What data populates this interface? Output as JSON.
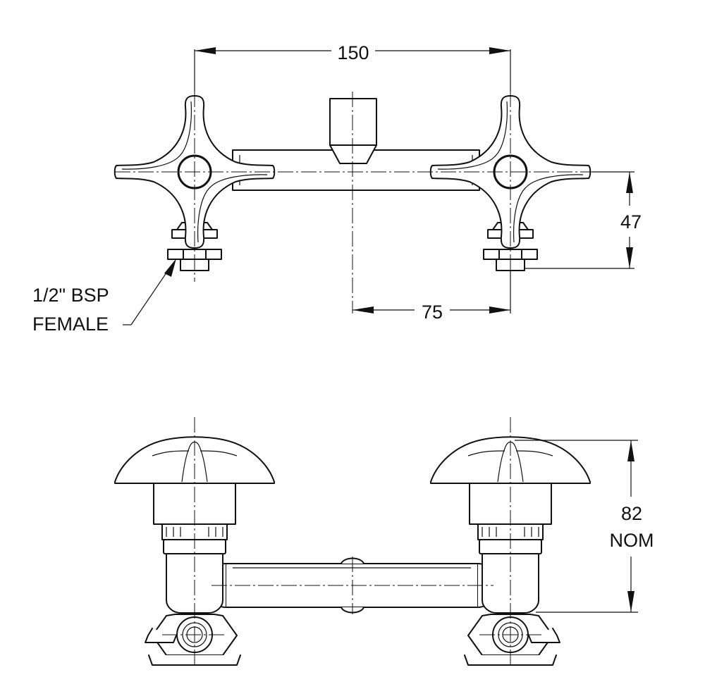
{
  "colors": {
    "line": "#111111",
    "background": "#ffffff"
  },
  "dimensions": {
    "overall_centres": "150",
    "centre_to_spout": "75",
    "handle_height": "47",
    "depth_line1": "82",
    "depth_line2": "NOM"
  },
  "callouts": {
    "connection_line1": "1/2\" BSP",
    "connection_line2": "FEMALE"
  }
}
